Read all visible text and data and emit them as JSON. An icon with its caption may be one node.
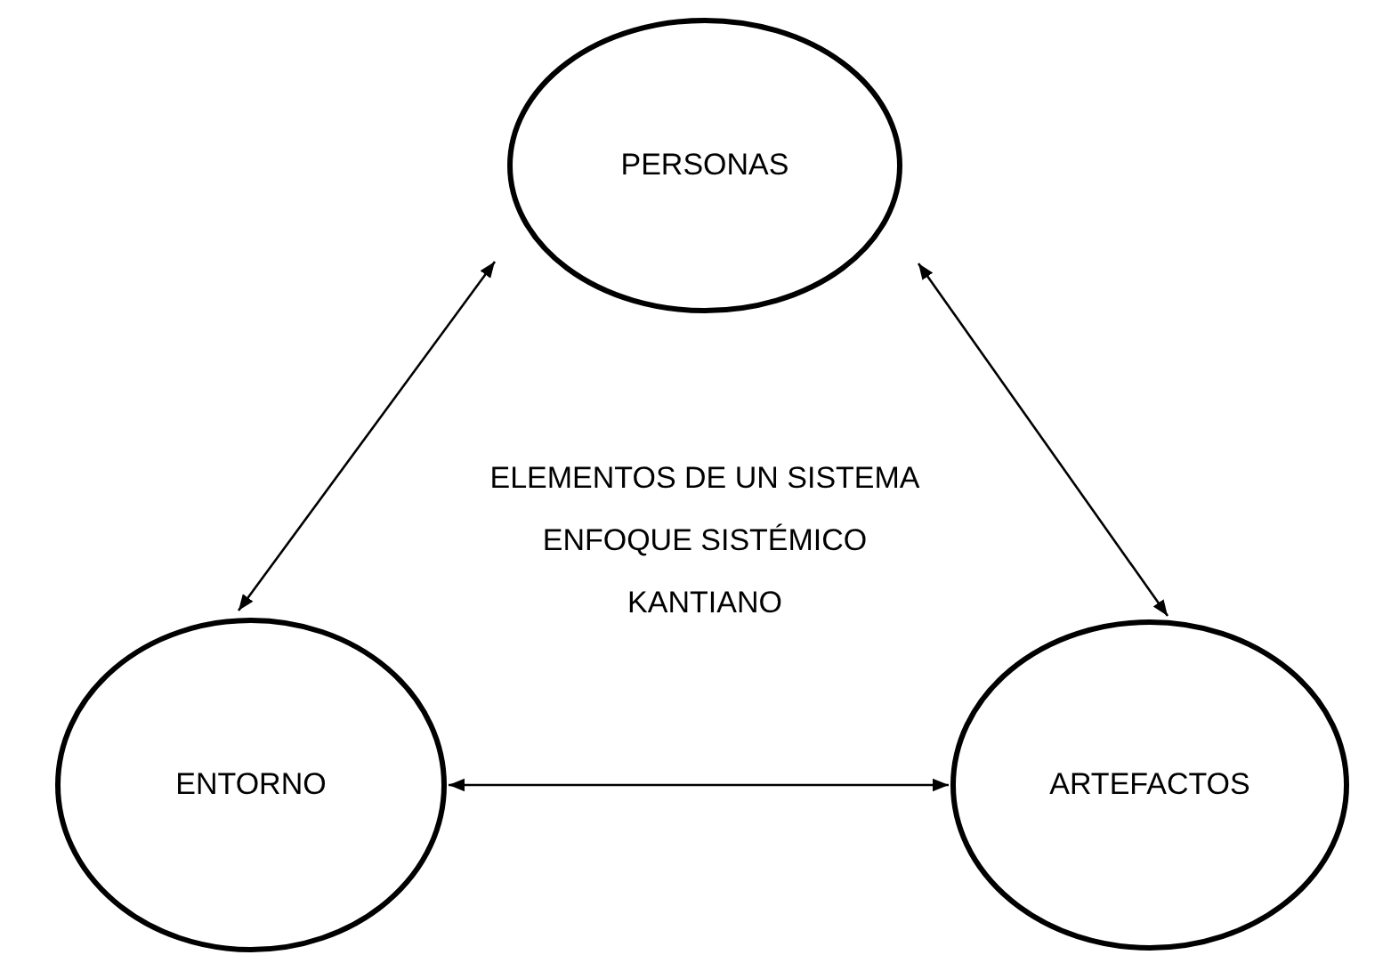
{
  "diagram": {
    "nodes": [
      {
        "text": [
          "PERSONAS"
        ]
      },
      {
        "text": [
          "ENTORNO"
        ]
      },
      {
        "text": [
          "ARTEFACTOS"
        ]
      }
    ],
    "edges": [
      {
        "from": 0,
        "to": 1,
        "arrow": "both"
      },
      {
        "from": 0,
        "to": 2,
        "arrow": "both"
      },
      {
        "from": 1,
        "to": 2,
        "arrow": "both"
      }
    ],
    "labels": [
      "ELEMENTOS DE UN SISTEMA",
      "ENFOQUE SISTÉMICO",
      "KANTIANO"
    ]
  }
}
